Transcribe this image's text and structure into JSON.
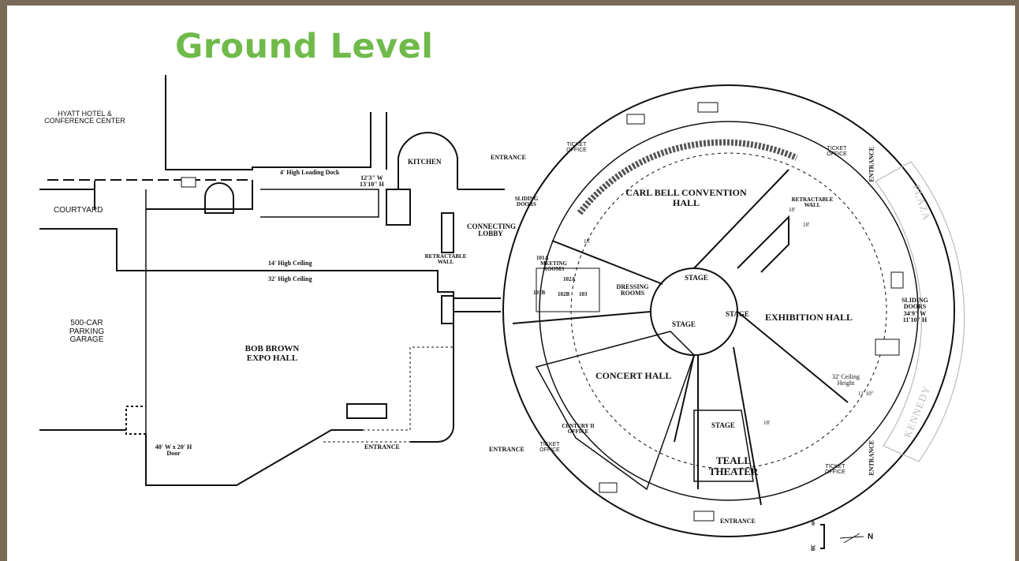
{
  "title": "Ground Level",
  "areas": {
    "hyatt": "HYATT HOTEL & CONFERENCE CENTER",
    "courtyard": "COURTYARD",
    "parking": "500-CAR PARKING GARAGE",
    "bob_brown": "BOB BROWN EXPO HALL",
    "carl_bell": "CARL BELL CONVENTION HALL",
    "exhibition": "EXHIBITION HALL",
    "concert": "CONCERT HALL",
    "teall": "TEALL THEATER",
    "kitchen": "KITCHEN",
    "connecting_lobby": "CONNECTING LOBBY",
    "meeting_rooms": "MEETING ROOMS",
    "dressing_rooms": "DRESSING ROOMS",
    "century_office": "CENTURY II OFFICE"
  },
  "notes": {
    "loading_dock": "4' High Loading Dock",
    "dock_dims_w": "12'3\" W",
    "dock_dims_h": "13'10\" H",
    "ceiling_14": "14' High Ceiling",
    "ceiling_32": "32' High Ceiling",
    "door": "40' W x 20' H Door",
    "retractable_wall_1": "RETRACTABLE WALL",
    "retractable_wall_2": "RETRACTABLE WALL",
    "sliding_doors_1": "SLIDING DOORS",
    "sliding_doors_2": "SLIDING DOORS",
    "sliding_doors_w": "34'9\" W",
    "sliding_doors_h": "11'10\" H",
    "ceiling_height": "32' Ceiling Height",
    "dim_18a": "18'",
    "dim_18b": "18'",
    "dim_18c": "18'",
    "dim_18d": "18'",
    "dim_11": "11' 10\""
  },
  "rooms": {
    "r101a": "101A",
    "r101b": "101B",
    "r102a": "102A",
    "r102b": "102B",
    "r103": "103"
  },
  "stages": [
    "STAGE",
    "STAGE",
    "STAGE",
    "STAGE"
  ],
  "entrances": {
    "top": "ENTRANCE",
    "bob_brown": "ENTRANCE",
    "left_bottom": "ENTRANCE",
    "bottom": "ENTRANCE",
    "right_top": "ENTRANCE",
    "right_bottom": "ENTRANCE"
  },
  "ticket_offices": [
    "TICKET OFFICE",
    "TICKET OFFICE",
    "TICKET OFFICE",
    "TICKET OFFICE"
  ],
  "streets": {
    "plaza": "PLAZA",
    "kennedy": "KENNEDY"
  },
  "scale": {
    "label": "30",
    "zero": "0",
    "north": "N"
  },
  "colors": {
    "title": "#6fba4a",
    "frame": "#7a6a58",
    "street": "#bdbdbd"
  }
}
